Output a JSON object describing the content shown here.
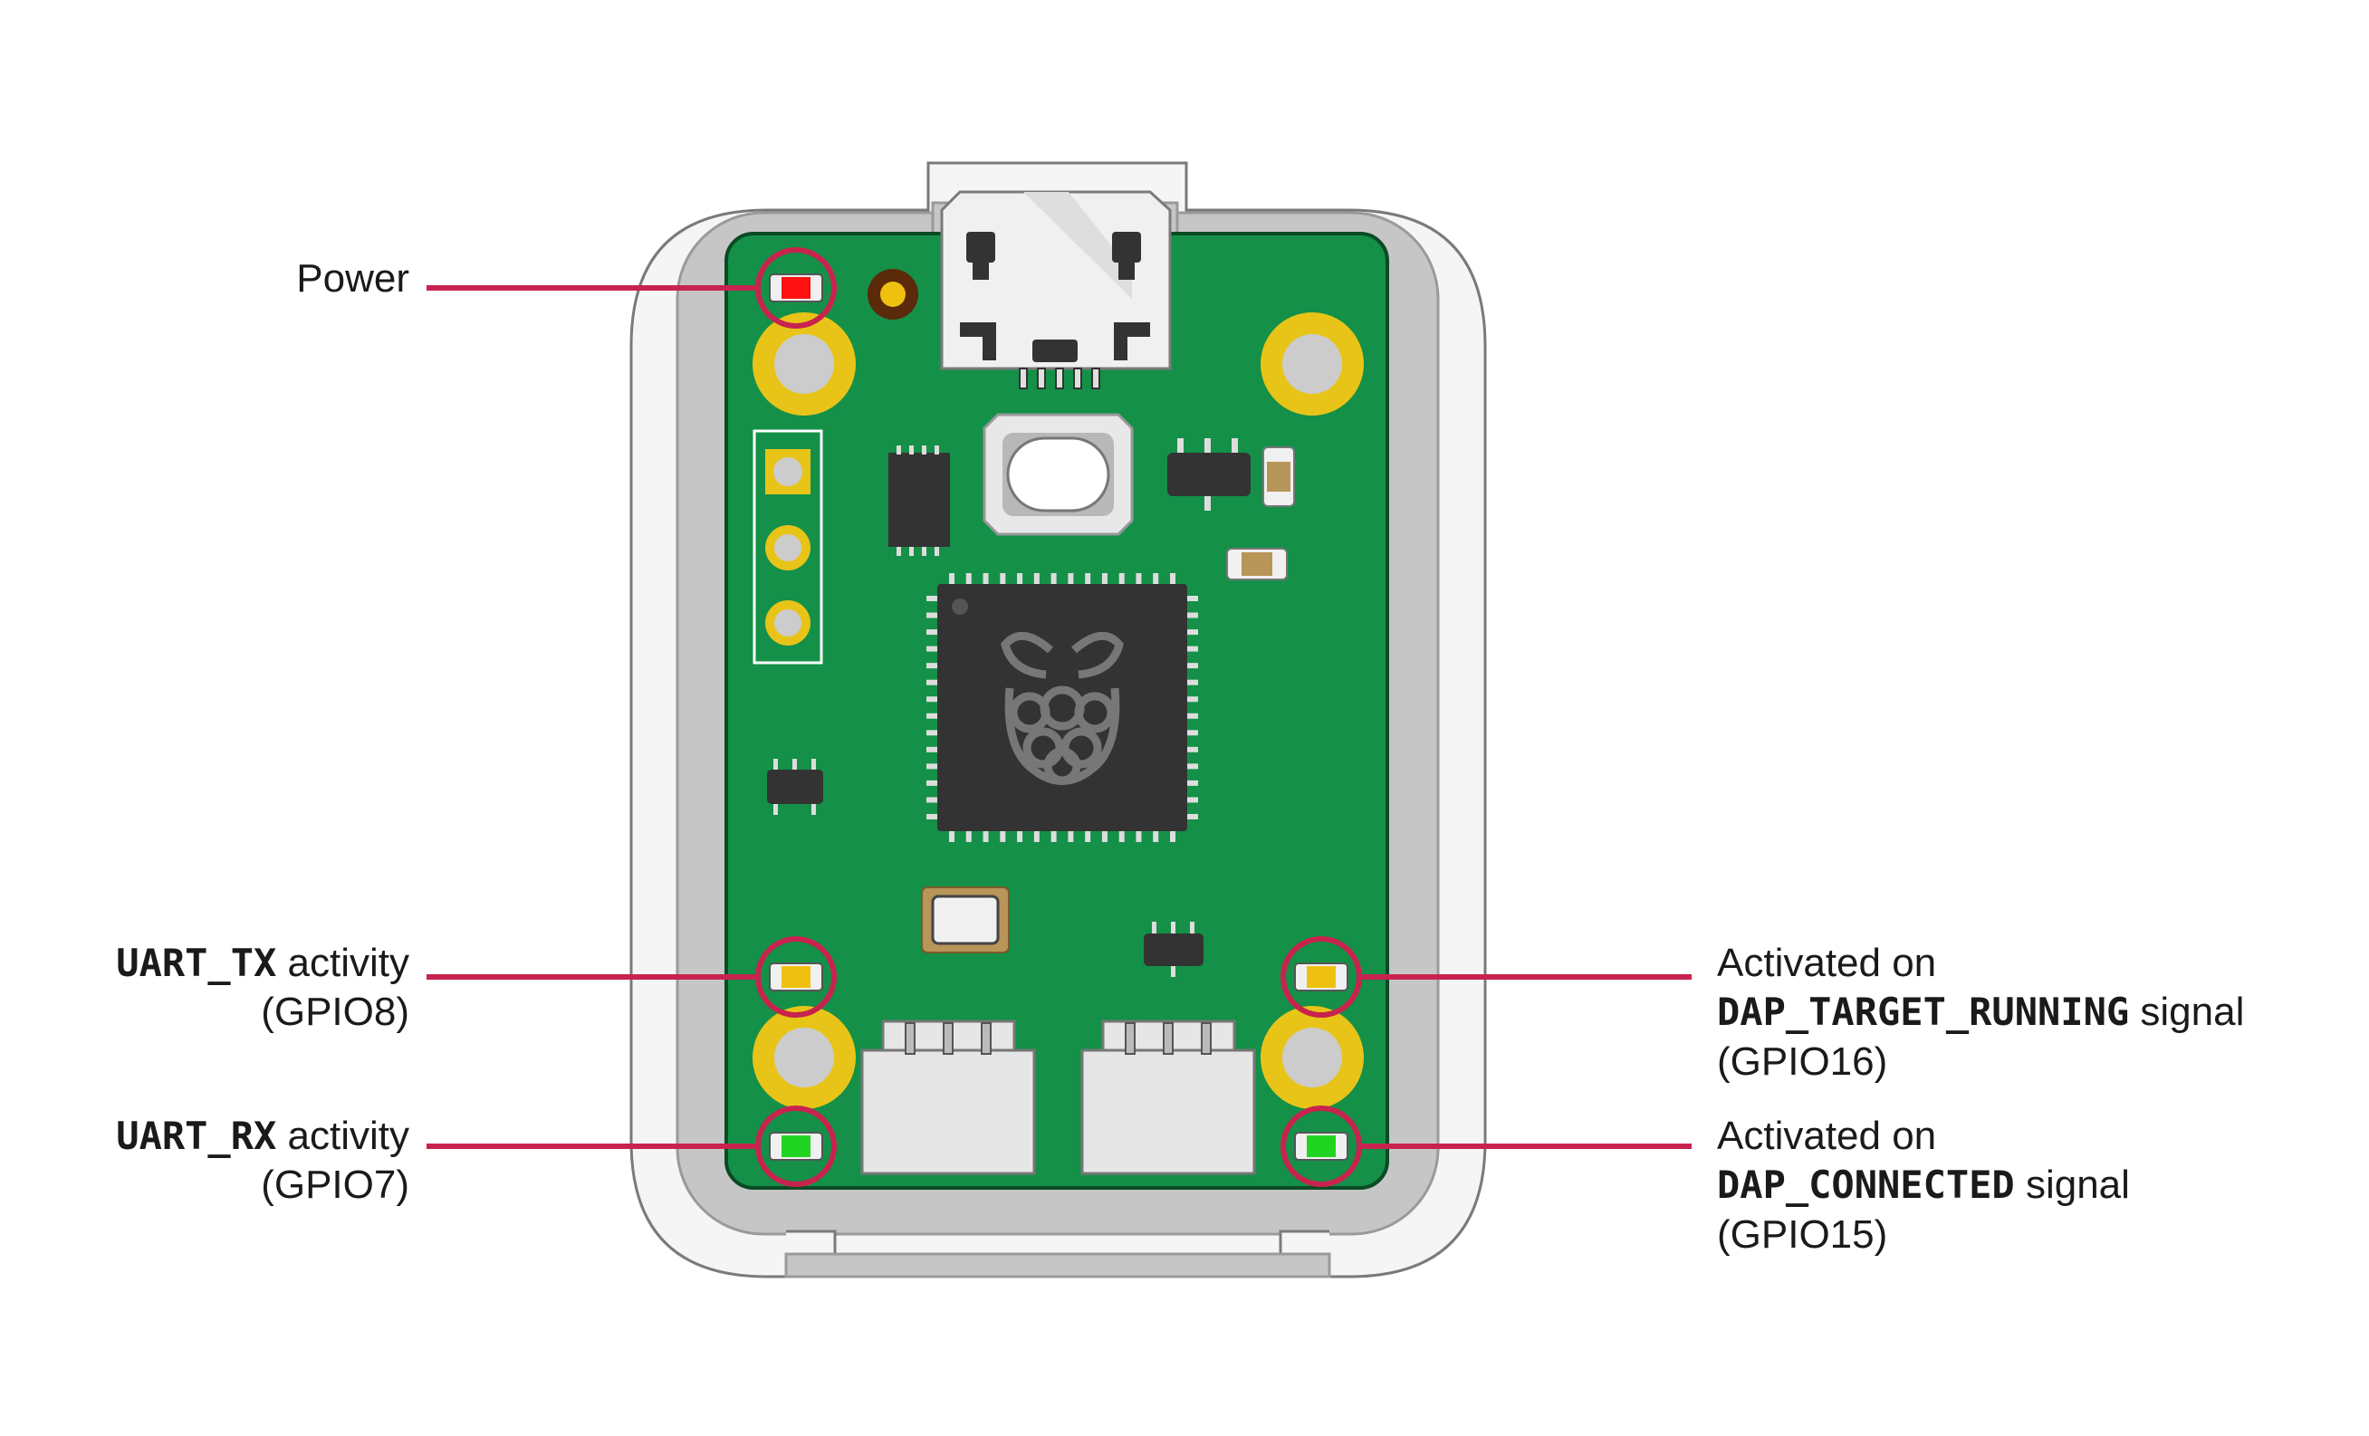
{
  "callouts": {
    "power": {
      "label": "Power"
    },
    "uart_tx": {
      "signal": "UART_TX",
      "suffix": " activity",
      "gpio": "(GPIO8)"
    },
    "uart_rx": {
      "signal": "UART_RX",
      "suffix": " activity",
      "gpio": "(GPIO7)"
    },
    "target_running": {
      "prefix": "Activated on",
      "signal": "DAP_TARGET_RUNNING",
      "suffix": " signal",
      "gpio": "(GPIO16)"
    },
    "connected": {
      "prefix": "Activated on",
      "signal": "DAP_CONNECTED",
      "suffix": " signal",
      "gpio": "(GPIO15)"
    }
  },
  "colors": {
    "pcb": "#149048",
    "case_outer": "#f5f5f5",
    "case_inner": "#c6c6c6",
    "callout": "#c8234e",
    "pad": "#e8c418",
    "chip": "#333333",
    "led_power": "#ff1111",
    "led_amber": "#f0c010",
    "led_green": "#22d422"
  },
  "icons": {
    "logo": "raspberry-pi-logo-icon"
  }
}
